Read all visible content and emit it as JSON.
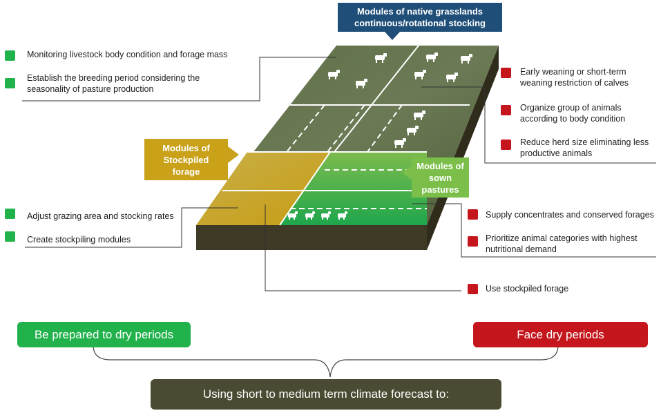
{
  "titles": {
    "native": "Modules of native grasslands continuous/rotational stocking",
    "stockpiled": "Modules of Stockpiled forage",
    "sown": "Modules of sown pastures"
  },
  "left_actions": [
    "Monitoring livestock body condition and forage mass",
    "Establish the breeding period considering the seasonality of pasture production",
    "Adjust grazing area and stocking rates",
    "Create stockpiling modules"
  ],
  "right_actions": [
    "Early weaning or short-term weaning restriction of calves",
    "Organize group of animals according to body condition",
    "Reduce herd size eliminating less productive animals",
    "Supply concentrates and conserved forages",
    "Prioritize animal categories with highest nutritional demand",
    "Use stockpiled forage"
  ],
  "bottom": {
    "prepared": "Be prepared to dry periods",
    "face": "Face dry periods",
    "forecast": "Using short to medium term climate forecast to:"
  },
  "colors": {
    "green_bullet": "#21b24b",
    "red_bullet": "#c4161c",
    "native_box": "#1f4e79",
    "stockpiled_box": "#c9a21a",
    "sown_box": "#7bbf4a",
    "prepared_pill": "#21b24b",
    "face_pill": "#c4161c",
    "forecast_pill": "#4b4a32"
  }
}
